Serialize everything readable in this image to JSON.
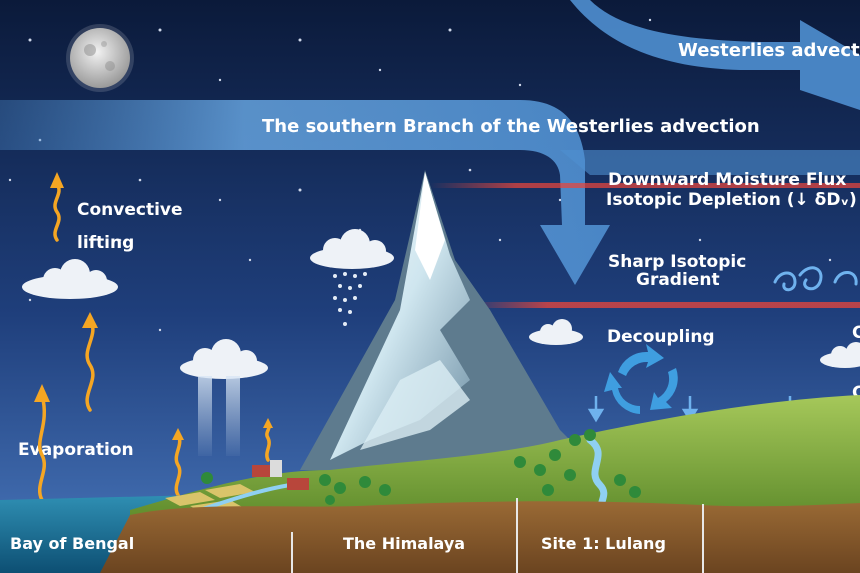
{
  "labels": {
    "westerlies": "Westerlies advectio",
    "southern_branch": "The southern Branch of the Westerlies advection",
    "downward_flux": "Downward Moisture Flux",
    "isotopic_depletion": "Isotopic Depletion (↓ δDᵥ)",
    "sharp_line1": "Sharp Isotopic",
    "sharp_line2": "Gradient",
    "decoupling": "Decoupling",
    "convective_line1": "Convective",
    "convective_line2": "lifting",
    "evaporation": "Evaporation",
    "edge_c1": "C",
    "edge_c2": "C"
  },
  "bottom_labels": {
    "bay": "Bay of Bengal",
    "himalaya": "The Himalaya",
    "site1": "Site 1: Lulang"
  },
  "colors": {
    "sky_top": "#0b1a3a",
    "sky_bottom": "#3f6ab3",
    "arrow_blue": "#5aa3e0",
    "gradient_red": "#e8453c",
    "lift_orange": "#f5a623",
    "soil": "#8a5a2e",
    "grass": "#7fae3a"
  }
}
